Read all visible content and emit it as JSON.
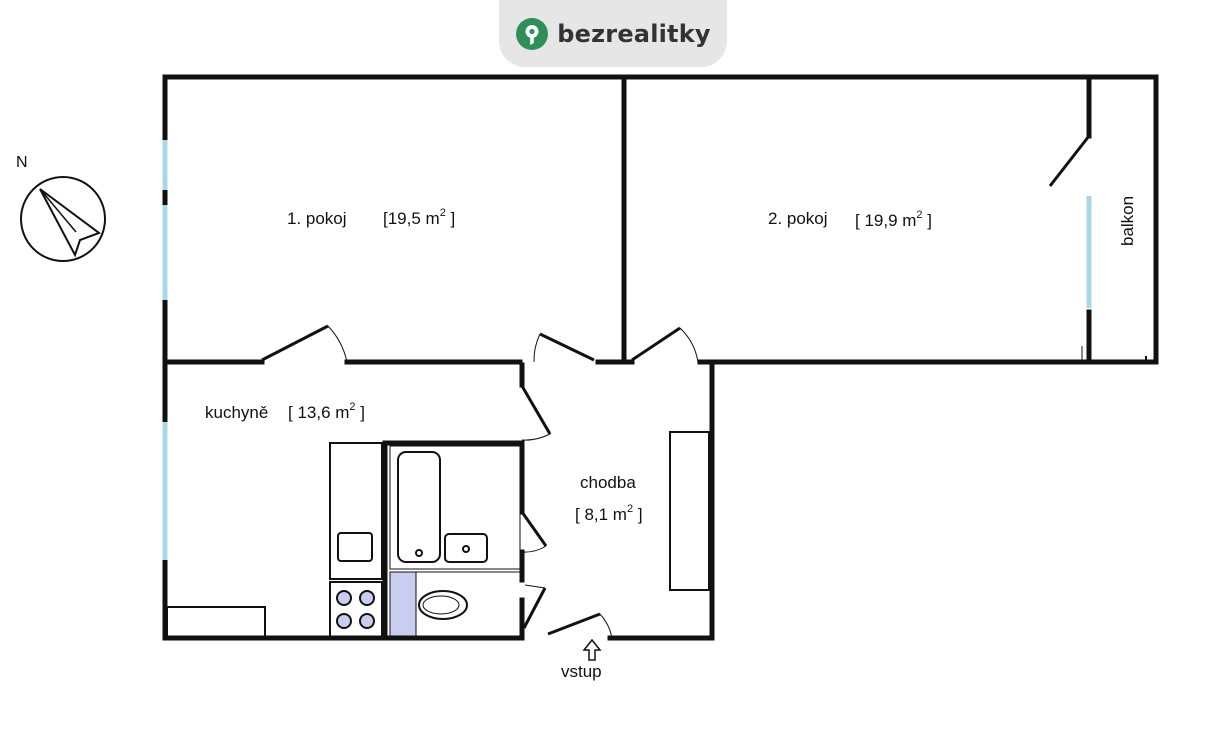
{
  "brand": {
    "name": "bezrealitky",
    "icon": "location-key-icon",
    "color": "#2f8f58"
  },
  "compass": {
    "label": "N"
  },
  "rooms": [
    {
      "name": "1. pokoj",
      "area": "[19,5 m",
      "sup": "2",
      "close": " ]"
    },
    {
      "name": "2. pokoj",
      "area": "[ 19,9  m",
      "sup": "2",
      "close": " ]"
    },
    {
      "name": "kuchyně",
      "area": "[ 13,6  m",
      "sup": "2",
      "close": " ]"
    },
    {
      "name": "chodba",
      "area": "[ 8,1 m",
      "sup": "2",
      "close": " ]"
    }
  ],
  "balcony": {
    "name": "balkon"
  },
  "entrance": {
    "label": "vstup"
  },
  "colors": {
    "walls": "#111111",
    "windows": "#a8d8e6",
    "fixture": "#c9cdf0"
  }
}
